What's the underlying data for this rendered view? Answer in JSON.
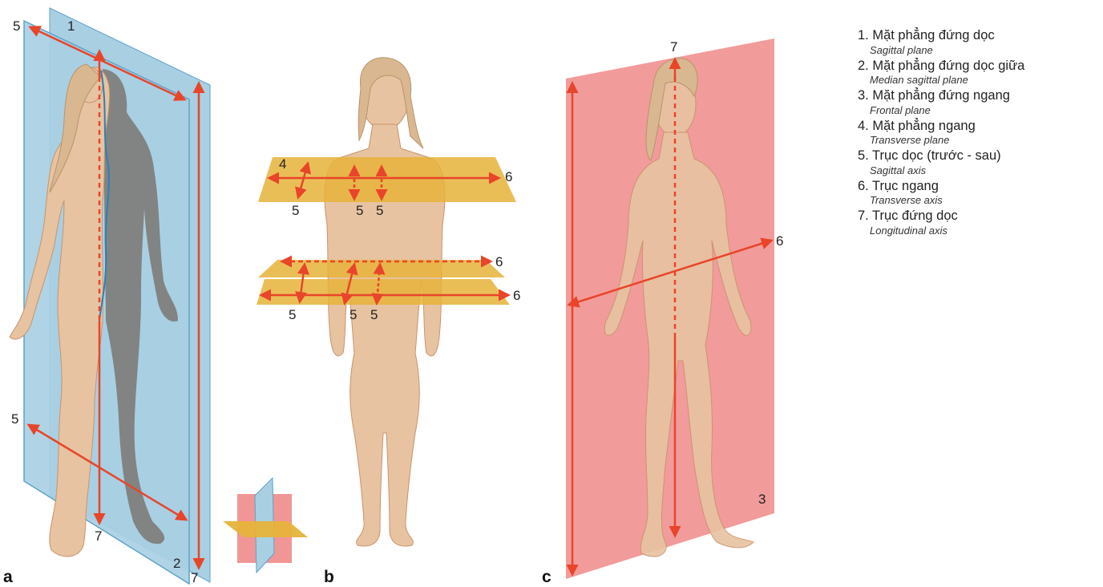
{
  "colors": {
    "sagittal_plane": "#a9cfe3",
    "sagittal_edge": "#5fa3c8",
    "frontal_plane": "#f19696",
    "transverse_plane": "#e6b33a",
    "axis_arrow": "#e8452a",
    "skin": "#e7c3a1",
    "median_shadow": "#7c7b78"
  },
  "panels": {
    "a": "a",
    "b": "b",
    "c": "c"
  },
  "labels": {
    "a_top_5": "5",
    "a_top_1": "1",
    "a_mid_5": "5",
    "a_bottom_7": "7",
    "a_bottom_2": "2",
    "a_bottom_7b": "7",
    "b_upper_4": "4",
    "b_upper_6": "6",
    "b_upper_5a": "5",
    "b_upper_5b": "5",
    "b_upper_5c": "5",
    "b_lower_6a": "6",
    "b_lower_6b": "6",
    "b_lower_5a": "5",
    "b_lower_5b": "5",
    "b_lower_5c": "5",
    "c_top_7": "7",
    "c_right_6": "6",
    "c_bottom_3": "3"
  },
  "legend": [
    {
      "vi": "1. Mặt phẳng đứng dọc",
      "en": "Sagittal plane"
    },
    {
      "vi": "2. Mặt phẳng đứng dọc giữa",
      "en": "Median sagittal plane"
    },
    {
      "vi": "3. Mặt phẳng đứng ngang",
      "en": "Frontal plane"
    },
    {
      "vi": "4. Mặt phẳng ngang",
      "en": "Transverse plane"
    },
    {
      "vi": "5. Trục dọc (trước - sau)",
      "en": "Sagittal axis"
    },
    {
      "vi": "6. Trục ngang",
      "en": "Transverse axis"
    },
    {
      "vi": "7. Trục đứng dọc",
      "en": "Longitudinal axis"
    }
  ]
}
